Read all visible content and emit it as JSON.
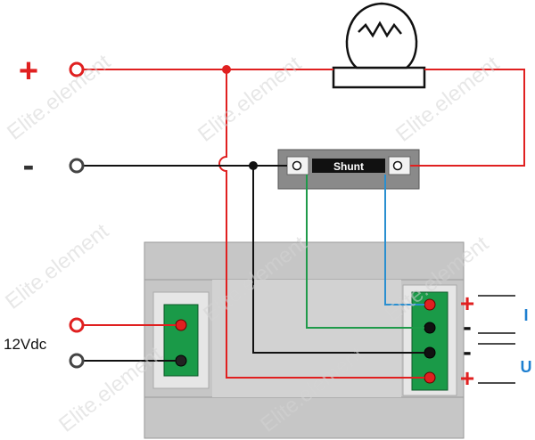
{
  "watermark": {
    "text": "Elite.element"
  },
  "shunt": {
    "label": "Shunt"
  },
  "supply": {
    "plus_sign": "+",
    "minus_sign": "-"
  },
  "power_input": {
    "label": "12Vdc"
  },
  "output_terminals": {
    "sign_1": "+",
    "sign_2": "-",
    "sign_3": "-",
    "sign_4": "+",
    "current_label": "I",
    "voltage_label": "U"
  },
  "colors": {
    "positive_wire": "#e02020",
    "negative_wire": "#111111",
    "green_wire": "#1f9a4a",
    "blue_wire": "#2a8fd0",
    "module_body": "#c8c8c8",
    "terminal_block": "#1a9a48",
    "label_blue": "#1e7fd0",
    "sign_red": "#e02020"
  }
}
